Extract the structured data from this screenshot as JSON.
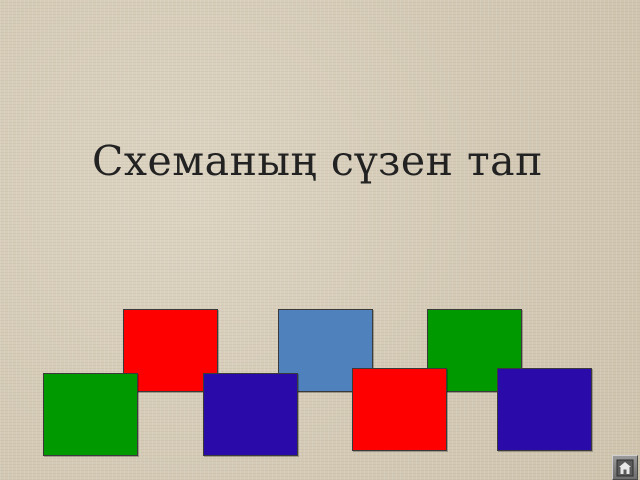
{
  "slide": {
    "title": "Схеманың сүзен тап"
  },
  "scheme": {
    "colors": {
      "red": "#ff0000",
      "blue": "#4f81bd",
      "green": "#009900",
      "indigo": "#2a0aa8"
    },
    "blocks": [
      {
        "color": "red"
      },
      {
        "color": "blue"
      },
      {
        "color": "green"
      },
      {
        "color": "green"
      },
      {
        "color": "indigo"
      },
      {
        "color": "red"
      },
      {
        "color": "indigo"
      }
    ]
  },
  "nav": {
    "icon": "home-icon"
  }
}
